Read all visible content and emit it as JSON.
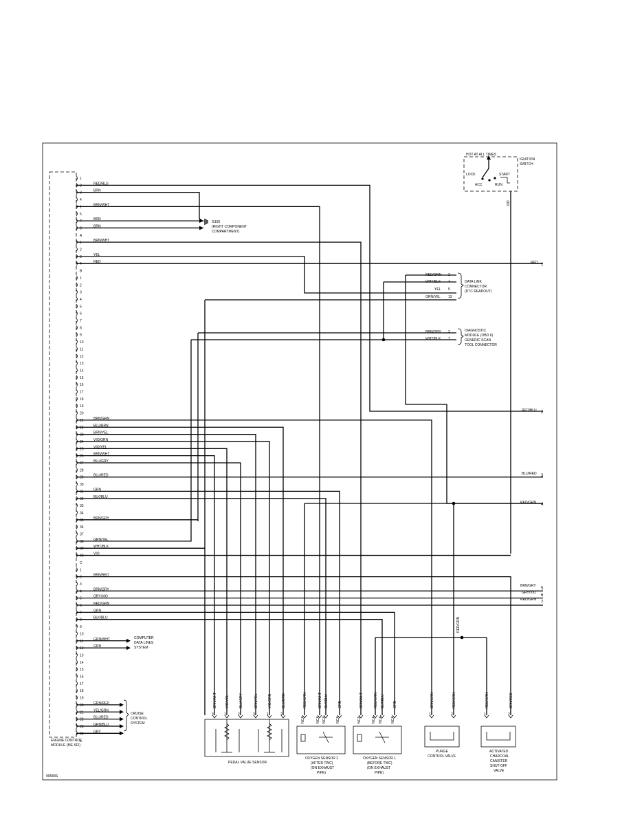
{
  "module": {
    "label_line1": "ENGINE CONTROL",
    "label_line2": "MODULE (ME-SFI)",
    "connectors": [
      "A",
      "B",
      "C",
      "E"
    ],
    "pins": [
      {
        "n": "1",
        "w": ""
      },
      {
        "n": "2",
        "w": "RED/BLU"
      },
      {
        "n": "3",
        "w": "BRN"
      },
      {
        "n": "4",
        "w": ""
      },
      {
        "n": "1",
        "w": "BRN/WHT"
      },
      {
        "n": "5",
        "w": ""
      },
      {
        "n": "7",
        "w": "BRN"
      },
      {
        "n": "8",
        "w": "BRN"
      },
      {
        "n": "A",
        "w": ""
      },
      {
        "n": "1",
        "w": "BRN/WHT"
      },
      {
        "n": "2",
        "w": ""
      },
      {
        "n": "3",
        "w": "YEL"
      },
      {
        "n": "4",
        "w": "RED"
      },
      {
        "n": "B",
        "w": ""
      },
      {
        "n": "1",
        "w": ""
      },
      {
        "n": "2",
        "w": ""
      },
      {
        "n": "3",
        "w": ""
      },
      {
        "n": "4",
        "w": ""
      },
      {
        "n": "5",
        "w": ""
      },
      {
        "n": "6",
        "w": ""
      },
      {
        "n": "7",
        "w": ""
      },
      {
        "n": "8",
        "w": ""
      },
      {
        "n": "9",
        "w": ""
      },
      {
        "n": "10",
        "w": ""
      },
      {
        "n": "11",
        "w": ""
      },
      {
        "n": "12",
        "w": ""
      },
      {
        "n": "13",
        "w": ""
      },
      {
        "n": "14",
        "w": ""
      },
      {
        "n": "15",
        "w": ""
      },
      {
        "n": "16",
        "w": ""
      },
      {
        "n": "17",
        "w": ""
      },
      {
        "n": "18",
        "w": ""
      },
      {
        "n": "19",
        "w": ""
      },
      {
        "n": "20",
        "w": ""
      },
      {
        "n": "21",
        "w": "BRN/GRN"
      },
      {
        "n": "22",
        "w": "BLU/BRN"
      },
      {
        "n": "23",
        "w": "BRN/YEL"
      },
      {
        "n": "24",
        "w": "VIO/GRN"
      },
      {
        "n": "25",
        "w": "VIO/YEL"
      },
      {
        "n": "26",
        "w": "BRN/WHT"
      },
      {
        "n": "27",
        "w": "BLU/GRY"
      },
      {
        "n": "28",
        "w": ""
      },
      {
        "n": "29",
        "w": "BLU/RED"
      },
      {
        "n": "30",
        "w": ""
      },
      {
        "n": "31",
        "w": "GRN"
      },
      {
        "n": "32",
        "w": "BLK/BLU"
      },
      {
        "n": "33",
        "w": ""
      },
      {
        "n": "34",
        "w": ""
      },
      {
        "n": "35",
        "w": "BRN/GRY"
      },
      {
        "n": "36",
        "w": ""
      },
      {
        "n": "37",
        "w": ""
      },
      {
        "n": "38",
        "w": "GRN/YEL"
      },
      {
        "n": "39",
        "w": "WHT/BLK"
      },
      {
        "n": "40",
        "w": "VIO"
      },
      {
        "n": "C",
        "w": ""
      },
      {
        "n": "1",
        "w": ""
      },
      {
        "n": "2",
        "w": "BRN/RED"
      },
      {
        "n": "3",
        "w": ""
      },
      {
        "n": "4",
        "w": "BRN/GRY"
      },
      {
        "n": "5",
        "w": "GRY/VIO"
      },
      {
        "n": "6",
        "w": "RED/GRN"
      },
      {
        "n": "7",
        "w": "GRN"
      },
      {
        "n": "8",
        "w": "BLK/BLU"
      },
      {
        "n": "9",
        "w": ""
      },
      {
        "n": "10",
        "w": ""
      },
      {
        "n": "11",
        "w": "GRN/WHT"
      },
      {
        "n": "12",
        "w": "GRN"
      },
      {
        "n": "13",
        "w": ""
      },
      {
        "n": "14",
        "w": ""
      },
      {
        "n": "15",
        "w": ""
      },
      {
        "n": "16",
        "w": ""
      },
      {
        "n": "17",
        "w": ""
      },
      {
        "n": "18",
        "w": ""
      },
      {
        "n": "19",
        "w": ""
      },
      {
        "n": "20",
        "w": "GRN/RED"
      },
      {
        "n": "21",
        "w": "YEL/GRN"
      },
      {
        "n": "22",
        "w": "BLU/RED"
      },
      {
        "n": "23",
        "w": "GRN/BLU"
      },
      {
        "n": "24",
        "w": "GRY"
      },
      {
        "n": "E",
        "w": ""
      }
    ]
  },
  "ignition": {
    "header": "HOT AT ALL TIMES",
    "title_line1": "IGNITION",
    "title_line2": "SWITCH",
    "lock": "LOCK",
    "acc": "ACC",
    "run": "RUN",
    "start": "START",
    "wire": "VIO"
  },
  "ground": {
    "line1": "G105",
    "line2": "(RIGHT COMPONENT",
    "line3": "COMPARTMENT)"
  },
  "dlc": {
    "wires": [
      {
        "w": "RED/GRN",
        "p": "2"
      },
      {
        "w": "WHT/BLK",
        "p": "4"
      },
      {
        "w": "YEL",
        "p": "5"
      },
      {
        "w": "GRN/YEL",
        "p": "13"
      }
    ],
    "label": [
      "DATA LINK",
      "CONNECTOR",
      "(DTC READOUT)"
    ]
  },
  "diag": {
    "wires": [
      {
        "w": "BRN/GRY",
        "p": "3"
      },
      {
        "w": "WHT/BLK",
        "p": "7"
      }
    ],
    "label": [
      "DIAGNOSTIC",
      "MODULE (OBD II)",
      "GENERIC SCAN",
      "TOOL CONNECTOR"
    ]
  },
  "offpage": [
    {
      "w": "RED",
      "n": "1"
    },
    {
      "w": "RED/BLU",
      "n": "2"
    },
    {
      "w": "BLU/RED",
      "n": "3"
    },
    {
      "w": "RED/GRN",
      "n": "4"
    },
    {
      "w": "BRN/GRY",
      "n": "5"
    },
    {
      "w": "GRY/VIO",
      "n": "6"
    },
    {
      "w": "RED/GRN",
      "n": "7"
    }
  ],
  "computer_lines": [
    "COMPUTER",
    "DATA LINES",
    "SYSTEM"
  ],
  "cruise": [
    "CRUISE",
    "CONTROL",
    "SYSTEM"
  ],
  "pedal": {
    "wires": [
      {
        "p": "3",
        "w": "BRN/WHT"
      },
      {
        "p": "1",
        "w": "VIO/YEL"
      },
      {
        "p": "2",
        "w": "BLU/GRY"
      },
      {
        "p": "3",
        "w": "BRN/YEL"
      },
      {
        "p": "1",
        "w": "VIO/GRN"
      },
      {
        "p": "2",
        "w": "BLU/BRN"
      }
    ],
    "label": "PEDAL VALUE SENSOR"
  },
  "o2s2": {
    "wires": [
      {
        "p": "",
        "w": "RED/GRN"
      },
      {
        "p": "",
        "w": "BRN/WHT"
      },
      {
        "p": "",
        "w": "BLK/BLU"
      },
      {
        "p": "",
        "w": "GRN"
      }
    ],
    "pins": [
      "NCA",
      "NCA",
      "NCA",
      "NCA"
    ],
    "label": [
      "OXYGEN SENSOR 2",
      "(AFTER TWC)",
      "(ON EXHAUST",
      "PIPE)"
    ]
  },
  "o2s1": {
    "wires": [
      {
        "p": "",
        "w": "BRN/WHT"
      },
      {
        "p": "",
        "w": "RED/GRN"
      },
      {
        "p": "",
        "w": "BLK/BLU"
      },
      {
        "p": "",
        "w": "GRN"
      }
    ],
    "pins": [
      "NCA",
      "NCA",
      "NCA",
      "NCA"
    ],
    "label": [
      "OXYGEN SENSOR 1",
      "(BEFORE TWC)",
      "(ON EXHAUST",
      "PIPE)"
    ]
  },
  "purge": {
    "wires": [
      {
        "p": "1",
        "w": "BRN/GRN"
      },
      {
        "p": "2",
        "w": "RED/GRN"
      }
    ],
    "label": [
      "PURGE",
      "CONTROL VALVE"
    ]
  },
  "canister": {
    "wires": [
      {
        "p": "1",
        "w": "RED/GRN"
      },
      {
        "p": "2",
        "w": "BRN/RED"
      }
    ],
    "label": [
      "ACTIVATED",
      "CHARCOAL",
      "CANISTER",
      "SHUT-OFF",
      "VALVE"
    ]
  },
  "vertical_label": "RED/GRN",
  "figure_id": "90583S"
}
